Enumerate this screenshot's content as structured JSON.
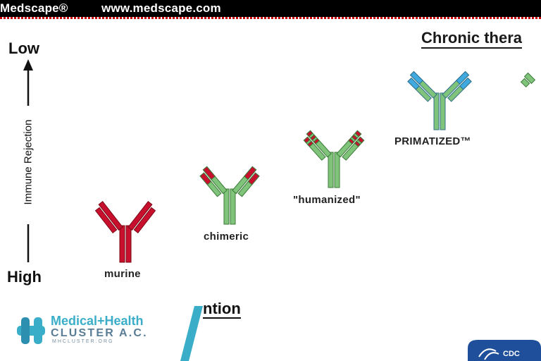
{
  "header": {
    "brand": "Medscape®",
    "url": "www.medscape.com"
  },
  "heading": "Chronic thera",
  "axis": {
    "low": "Low",
    "high": "High",
    "label": "Immune Rejection"
  },
  "antibodies": [
    {
      "id": "murine",
      "label": "murine"
    },
    {
      "id": "chimeric",
      "label": "chimeric"
    },
    {
      "id": "humanized",
      "label": "\"humanized\""
    },
    {
      "id": "primatized",
      "label": "PRIMATIZED™"
    }
  ],
  "partial_heading": "ntion",
  "logo_mhc": {
    "line1": "Medical+Health",
    "line2": "CLUSTER A.C.",
    "line3": "MHCLUSTER.ORG"
  },
  "logo_cdc": {
    "text": "CDC"
  },
  "colors": {
    "murine": "#c8102e",
    "human": "#7fc47a",
    "primate": "#3fa9e0",
    "accent_bar": "#c40000",
    "mhc_teal": "#3aaec8"
  }
}
